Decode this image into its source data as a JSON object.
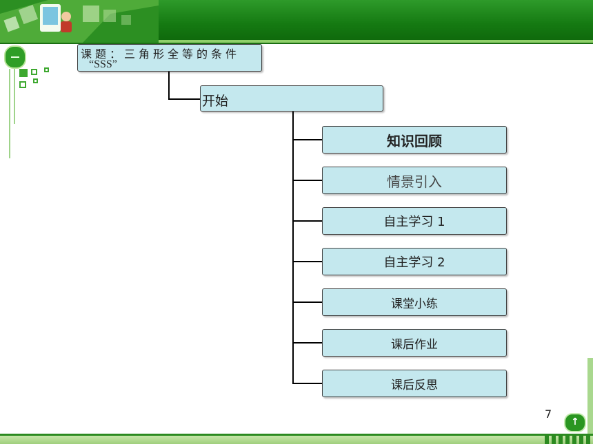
{
  "slide": {
    "page_number": "7"
  },
  "diagram": {
    "root": {
      "line1": "课题：三角形全等的条件",
      "line2": "“SSS”"
    },
    "start": "开始",
    "items": [
      "知识回顾",
      "情景引入",
      "自主学习 1",
      "自主学习 2",
      "课堂小练",
      "课后作业",
      "课后反思"
    ]
  },
  "colors": {
    "banner_green": "#157a12",
    "node_fill": "#c4e8ee",
    "accent_light_green": "#8fd06a"
  },
  "icons": {
    "up_button": "up-arrow-icon",
    "left_decoration": "minus-pill-icon"
  }
}
